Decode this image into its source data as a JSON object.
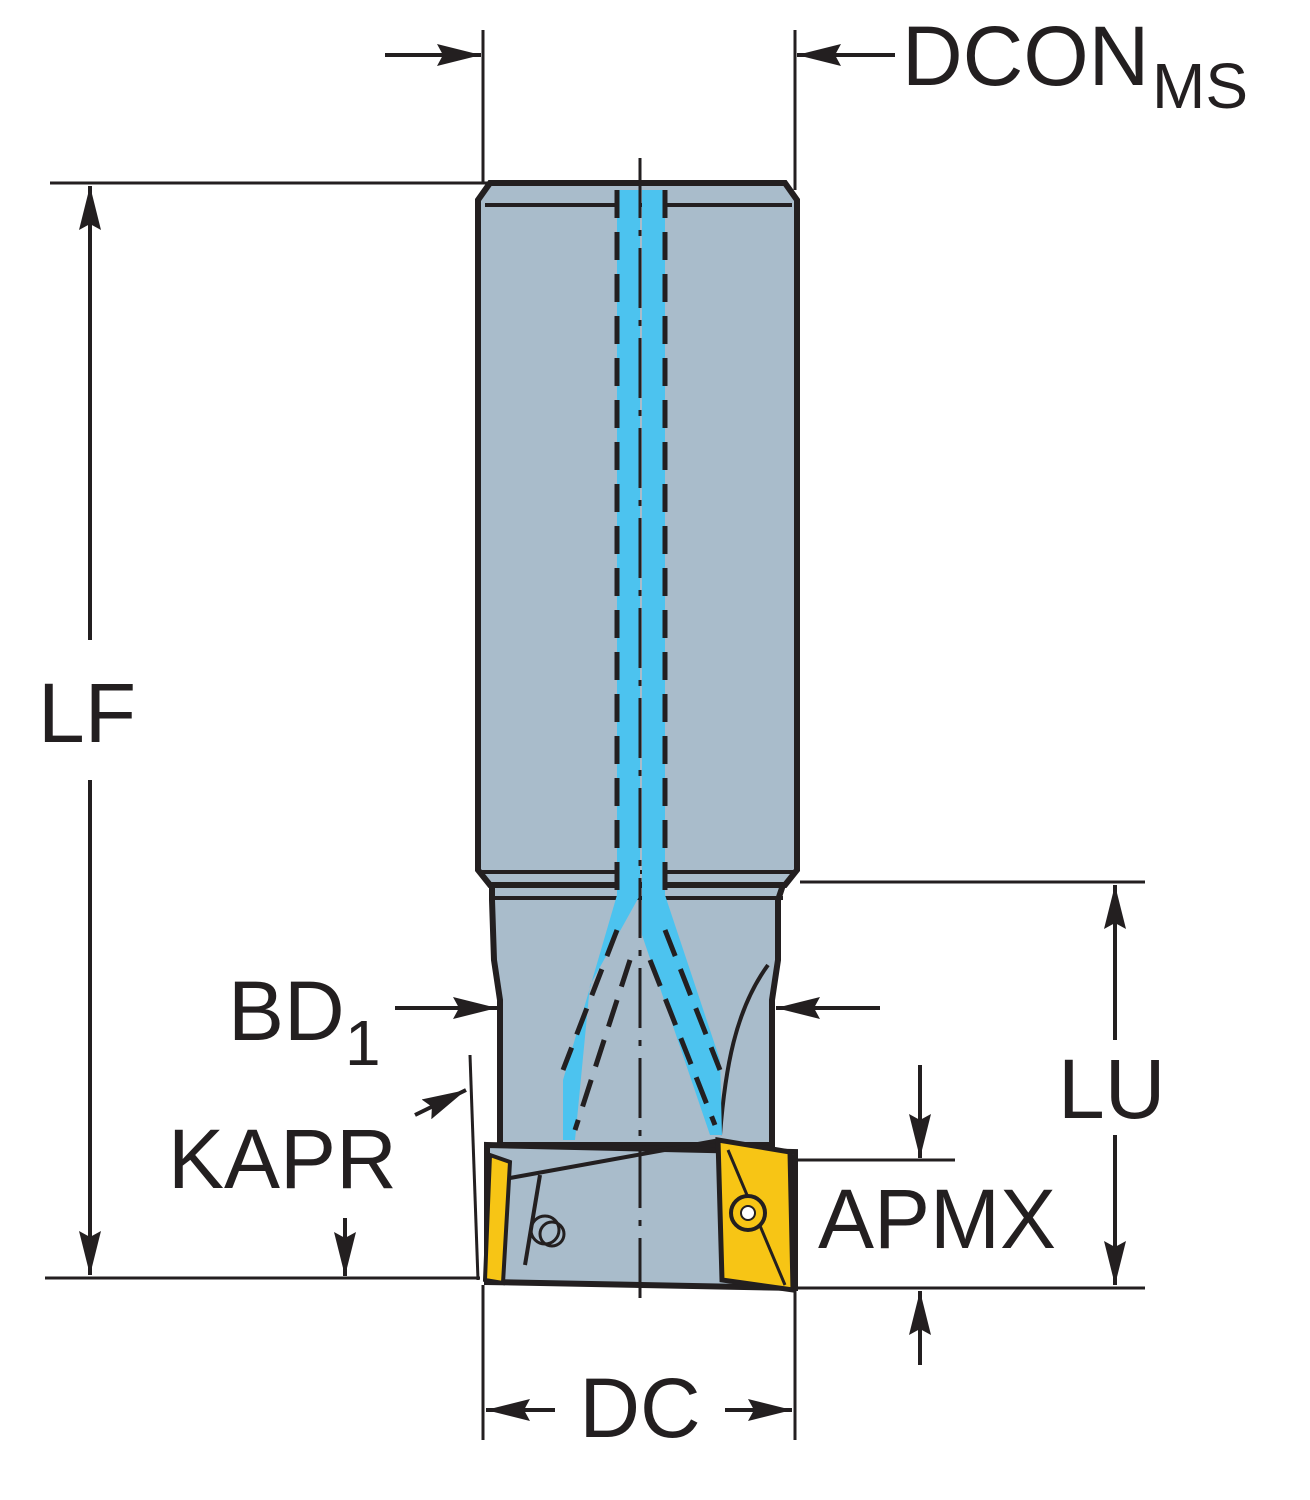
{
  "diagram": {
    "title": "Milling cutter dimension drawing",
    "labels": {
      "dcon": "DCON",
      "dcon_sub": "MS",
      "lf": "LF",
      "bd": "BD",
      "bd_sub": "1",
      "kapr": "KAPR",
      "apmx": "APMX",
      "lu": "LU",
      "dc": "DC"
    },
    "colors": {
      "body": "#a9bccb",
      "coolant": "#4cc3ef",
      "insert": "#f7c515",
      "line": "#231f20"
    }
  }
}
